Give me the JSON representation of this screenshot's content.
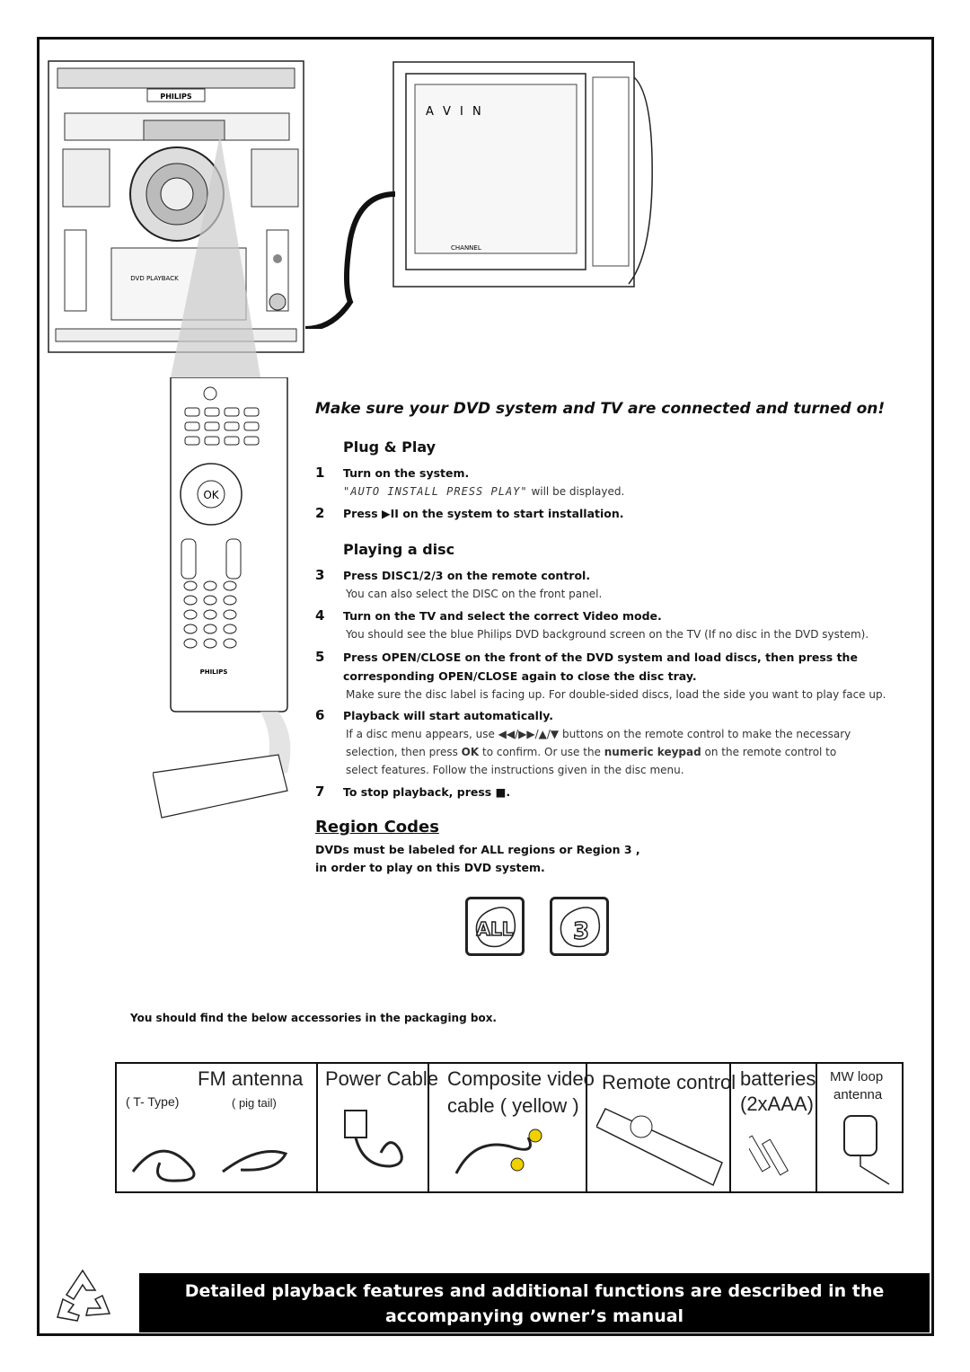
{
  "tv": {
    "screen_label": "A V I N",
    "channel_label": "CHANNEL"
  },
  "device": {
    "brand": "PHILIPS",
    "disc_label": "DVD PLAYBACK"
  },
  "remote": {
    "ok_label": "OK",
    "brand": "PHILIPS"
  },
  "intro": "Make sure your DVD system and TV are connected and turned on!",
  "plug_play": {
    "title": "Plug & Play",
    "steps": [
      {
        "num": "1",
        "text": "Turn on the system.",
        "note_lcd": "\"AUTO INSTALL PRESS PLAY\"",
        "note": " will be displayed."
      },
      {
        "num": "2",
        "text_pre": "Press ",
        "glyph": "▶II",
        "text_post": " on the system to start installation."
      }
    ]
  },
  "playing": {
    "title": "Playing a disc",
    "steps": [
      {
        "num": "3",
        "text": "Press DISC1/2/3 on the remote control.",
        "note": "You can also select the DISC on the front panel."
      },
      {
        "num": "4",
        "text": "Turn on the TV and select the correct  Video mode.",
        "note": "You should see the blue Philips DVD background screen on the TV (If no disc in the DVD system)."
      },
      {
        "num": "5",
        "text": "Press OPEN/CLOSE on the front of the DVD system and load discs, then press the",
        "text2": "corresponding OPEN/CLOSE  again to close the disc tray.",
        "note": "Make sure the disc label is facing up. For double-sided discs, load the side you want to play face up."
      },
      {
        "num": "6",
        "text": "Playback will start automatically.",
        "note1_pre": "If a disc menu appears, use ",
        "note1_glyph": "◀◀/▶▶/▲/▼",
        "note1_post": " buttons on the remote control to make the necessary",
        "note2_pre": "selection, then press ",
        "note2_ok": "OK",
        "note2_mid": " to confirm. Or use the ",
        "note2_kp": "numeric keypad",
        "note2_post": " on the remote control to",
        "note3": "select features. Follow the instructions given in the disc menu."
      },
      {
        "num": "7",
        "text": "To stop playback, press ",
        "glyph": "■",
        "text_post": "."
      }
    ]
  },
  "region": {
    "title": "Region Codes",
    "line1": "DVDs  must be labeled for ALL regions or Region 3 ,",
    "line2": "in order to play on this DVD system.",
    "badge_all": "ALL",
    "badge_3": "3"
  },
  "accessories": {
    "note": "You should find the below accessories in the packaging box.",
    "fm_title": "FM antenna",
    "fm_t": "( T- Type)",
    "fm_pig": "( pig tail)",
    "power": "Power Cable",
    "video1": "Composite video",
    "video2": "cable  ( yellow )",
    "remote": "Remote  control",
    "batt1": "batteries",
    "batt2": "(2xAAA)",
    "mw1": "MW  loop",
    "mw2": "antenna"
  },
  "footer": {
    "line1": "Detailed playback features and additional functions are described in the",
    "line2": "accompanying owner’s manual"
  }
}
